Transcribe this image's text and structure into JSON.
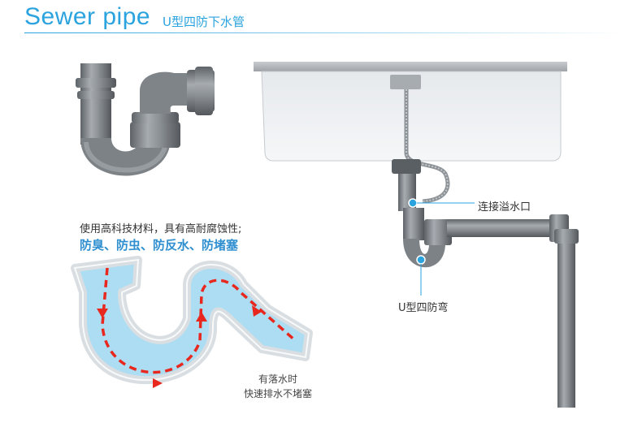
{
  "header": {
    "title_en": "Sewer pipe",
    "title_cn": "U型四防下水管"
  },
  "features": {
    "line1": "使用高科技材料，具有高耐腐蚀性;",
    "line2": "防臭、防虫、防反水、防堵塞"
  },
  "flow_note": {
    "line1": "有落水时",
    "line2": "快速排水不堵塞"
  },
  "callouts": {
    "overflow": "连接溢水口",
    "trap": "U型四防弯"
  },
  "colors": {
    "brand_blue": "#2aa3df",
    "feature_blue": "#2f8fd0",
    "arrow_red": "#e8281e",
    "water_blue": "#a9dcf2",
    "pipe_gray": "#8a8f94"
  }
}
